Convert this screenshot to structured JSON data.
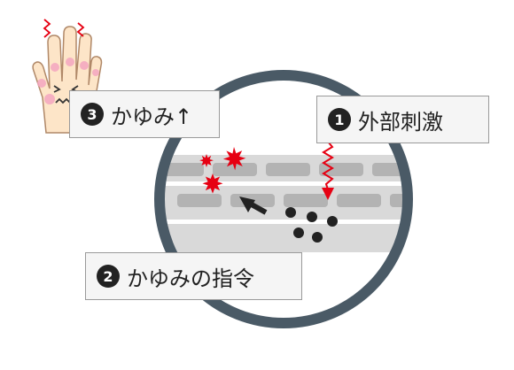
{
  "labels": {
    "external_stimulus": {
      "number": "1",
      "text": "外部刺激"
    },
    "itch_command": {
      "number": "2",
      "text": "かゆみの指令"
    },
    "itch_up": {
      "number": "3",
      "text": "かゆみ↑"
    }
  },
  "icons": {
    "hand": "itchy-hand-icon",
    "stimulus": "zigzag-arrow-icon",
    "signal": "starburst-icon",
    "direction": "arrow-icon"
  },
  "colors": {
    "ring": "#4a5a66",
    "skin_band": "#d9d9d9",
    "cell": "#b3b3b3",
    "accent_red": "#e60012",
    "particle": "#222222",
    "hand_skin": "#fde5c8",
    "hand_flush": "#f4a6c0"
  }
}
